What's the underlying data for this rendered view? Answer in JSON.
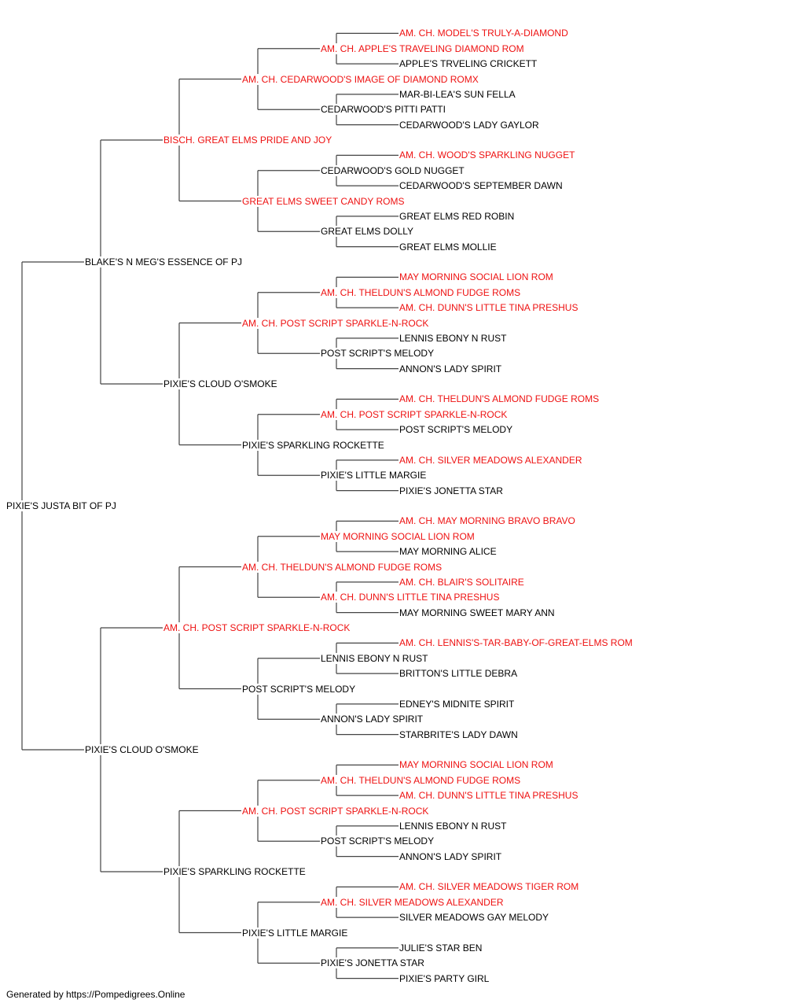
{
  "colors": {
    "titled": "#ee1111",
    "plain": "#000000",
    "line": "#444444"
  },
  "tree": {
    "name": "PIXIE'S JUSTA BIT OF PJ",
    "red": false,
    "sire": {
      "name": "BLAKE'S N MEG'S ESSENCE OF PJ",
      "red": false,
      "sire": {
        "name": "BISCH. GREAT ELMS PRIDE AND JOY",
        "red": true,
        "sire": {
          "name": "AM. CH. CEDARWOOD'S IMAGE OF DIAMOND ROMX",
          "red": true,
          "sire": {
            "name": "AM. CH. APPLE'S TRAVELING DIAMOND ROM",
            "red": true,
            "sire": {
              "name": "AM. CH. MODEL'S TRULY-A-DIAMOND",
              "red": true
            },
            "dam": {
              "name": "APPLE'S TRVELING CRICKETT",
              "red": false
            }
          },
          "dam": {
            "name": "CEDARWOOD'S PITTI PATTI",
            "red": false,
            "sire": {
              "name": "MAR-BI-LEA'S SUN FELLA",
              "red": false
            },
            "dam": {
              "name": "CEDARWOOD'S LADY GAYLOR",
              "red": false
            }
          }
        },
        "dam": {
          "name": "GREAT ELMS SWEET CANDY ROMS",
          "red": true,
          "sire": {
            "name": "CEDARWOOD'S GOLD NUGGET",
            "red": false,
            "sire": {
              "name": "AM. CH. WOOD'S SPARKLING NUGGET",
              "red": true
            },
            "dam": {
              "name": "CEDARWOOD'S SEPTEMBER DAWN",
              "red": false
            }
          },
          "dam": {
            "name": "GREAT ELMS DOLLY",
            "red": false,
            "sire": {
              "name": "GREAT ELMS RED ROBIN",
              "red": false
            },
            "dam": {
              "name": "GREAT ELMS MOLLIE",
              "red": false
            }
          }
        }
      },
      "dam": {
        "name": "PIXIE'S CLOUD O'SMOKE",
        "red": false,
        "sire": {
          "name": "AM. CH. POST SCRIPT SPARKLE-N-ROCK",
          "red": true,
          "sire": {
            "name": "AM. CH. THELDUN'S ALMOND FUDGE ROMS",
            "red": true,
            "sire": {
              "name": "MAY MORNING SOCIAL LION ROM",
              "red": true
            },
            "dam": {
              "name": "AM. CH. DUNN'S LITTLE TINA PRESHUS",
              "red": true
            }
          },
          "dam": {
            "name": "POST SCRIPT'S MELODY",
            "red": false,
            "sire": {
              "name": "LENNIS EBONY N RUST",
              "red": false
            },
            "dam": {
              "name": "ANNON'S LADY SPIRIT",
              "red": false
            }
          }
        },
        "dam": {
          "name": "PIXIE'S SPARKLING ROCKETTE",
          "red": false,
          "sire": {
            "name": "AM. CH. POST SCRIPT SPARKLE-N-ROCK",
            "red": true,
            "sire": {
              "name": "AM. CH. THELDUN'S ALMOND FUDGE ROMS",
              "red": true
            },
            "dam": {
              "name": "POST SCRIPT'S MELODY",
              "red": false
            }
          },
          "dam": {
            "name": "PIXIE'S LITTLE MARGIE",
            "red": false,
            "sire": {
              "name": "AM. CH. SILVER MEADOWS ALEXANDER",
              "red": true
            },
            "dam": {
              "name": "PIXIE'S JONETTA STAR",
              "red": false
            }
          }
        }
      }
    },
    "dam": {
      "name": "PIXIE'S CLOUD O'SMOKE",
      "red": false,
      "sire": {
        "name": "AM. CH. POST SCRIPT SPARKLE-N-ROCK",
        "red": true,
        "sire": {
          "name": "AM. CH. THELDUN'S ALMOND FUDGE ROMS",
          "red": true,
          "sire": {
            "name": "MAY MORNING SOCIAL LION ROM",
            "red": true,
            "sire": {
              "name": "AM. CH. MAY MORNING BRAVO BRAVO",
              "red": true
            },
            "dam": {
              "name": "MAY MORNING ALICE",
              "red": false
            }
          },
          "dam": {
            "name": "AM. CH. DUNN'S LITTLE TINA PRESHUS",
            "red": true,
            "sire": {
              "name": "AM. CH. BLAIR'S SOLITAIRE",
              "red": true
            },
            "dam": {
              "name": "MAY MORNING SWEET MARY ANN",
              "red": false
            }
          }
        },
        "dam": {
          "name": "POST SCRIPT'S MELODY",
          "red": false,
          "sire": {
            "name": "LENNIS EBONY N RUST",
            "red": false,
            "sire": {
              "name": "AM. CH. LENNIS'S-TAR-BABY-OF-GREAT-ELMS ROM",
              "red": true
            },
            "dam": {
              "name": "BRITTON'S LITTLE DEBRA",
              "red": false
            }
          },
          "dam": {
            "name": "ANNON'S LADY SPIRIT",
            "red": false,
            "sire": {
              "name": "EDNEY'S MIDNITE SPIRIT",
              "red": false
            },
            "dam": {
              "name": "STARBRITE'S LADY DAWN",
              "red": false
            }
          }
        }
      },
      "dam": {
        "name": "PIXIE'S SPARKLING ROCKETTE",
        "red": false,
        "sire": {
          "name": "AM. CH. POST SCRIPT SPARKLE-N-ROCK",
          "red": true,
          "sire": {
            "name": "AM. CH. THELDUN'S ALMOND FUDGE ROMS",
            "red": true,
            "sire": {
              "name": "MAY MORNING SOCIAL LION ROM",
              "red": true
            },
            "dam": {
              "name": "AM. CH. DUNN'S LITTLE TINA PRESHUS",
              "red": true
            }
          },
          "dam": {
            "name": "POST SCRIPT'S MELODY",
            "red": false,
            "sire": {
              "name": "LENNIS EBONY N RUST",
              "red": false
            },
            "dam": {
              "name": "ANNON'S LADY SPIRIT",
              "red": false
            }
          }
        },
        "dam": {
          "name": "PIXIE'S LITTLE MARGIE",
          "red": false,
          "sire": {
            "name": "AM. CH. SILVER MEADOWS ALEXANDER",
            "red": true,
            "sire": {
              "name": "AM. CH. SILVER MEADOWS TIGER ROM",
              "red": true
            },
            "dam": {
              "name": "SILVER MEADOWS GAY MELODY",
              "red": false
            }
          },
          "dam": {
            "name": "PIXIE'S JONETTA STAR",
            "red": false,
            "sire": {
              "name": "JULIE'S STAR BEN",
              "red": false
            },
            "dam": {
              "name": "PIXIE'S PARTY GIRL",
              "red": false
            }
          }
        }
      }
    }
  },
  "footer": "Generated by https://Pompedigrees.Online"
}
